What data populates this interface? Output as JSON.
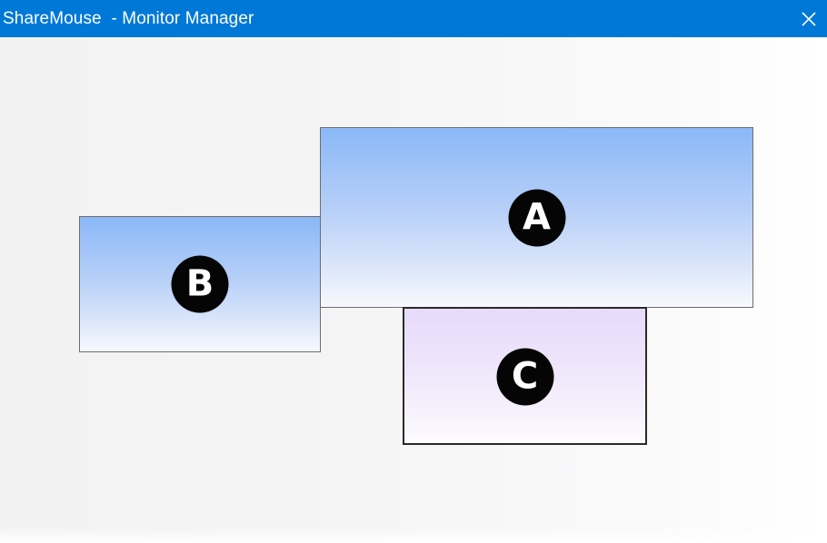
{
  "window": {
    "title": "ShareMouse  - Monitor Manager",
    "close_icon": "close-icon"
  },
  "colors": {
    "titlebar": "#0078d7",
    "monitor_blue_top": "#8ab8f7",
    "monitor_purple_top": "#e7dafb",
    "badge": "#050505"
  },
  "monitors": {
    "a": {
      "label": "A"
    },
    "b": {
      "label": "B"
    },
    "c": {
      "label": "C"
    }
  }
}
